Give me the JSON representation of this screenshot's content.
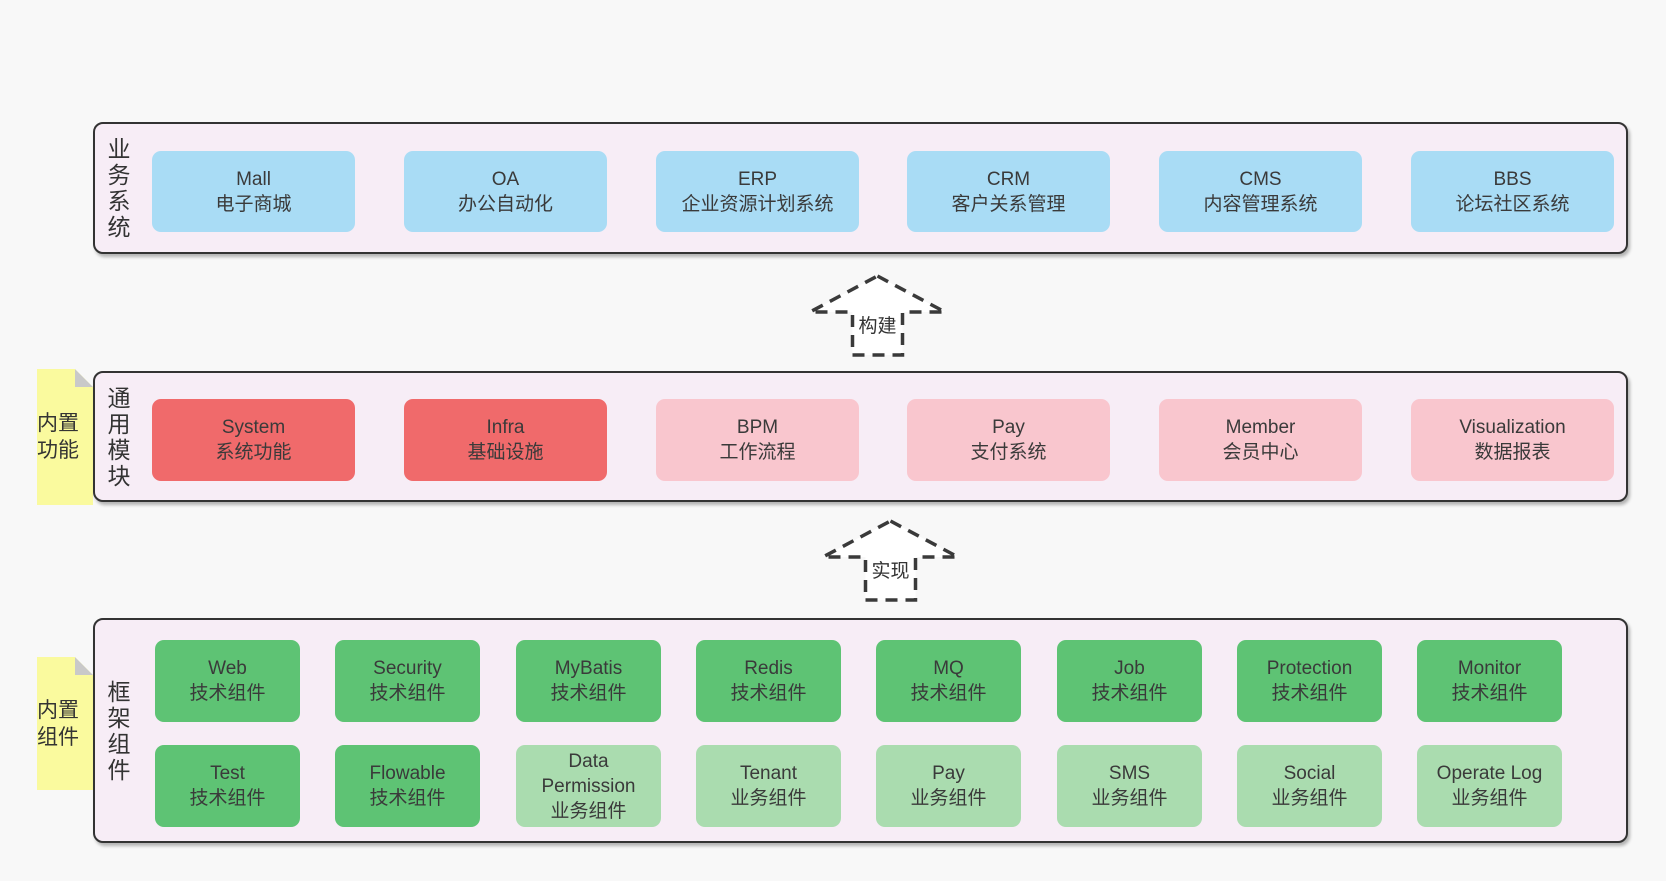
{
  "colors": {
    "background": "#f8f8f8",
    "panel_fill": "#f7edf6",
    "panel_border": "#333333",
    "blue": "#a9dcf5",
    "red": "#f06a6b",
    "pink": "#f9c6ce",
    "green": "#5ec374",
    "lightgreen": "#aadcaf",
    "sticky_yellow": "#fafa9e",
    "sticky_fold_gray": "#c9c9c9",
    "text": "#3a3a3a"
  },
  "arrows": {
    "build": "构建",
    "implement": "实现"
  },
  "layers": {
    "business": {
      "label": "业务系统",
      "boxes": [
        {
          "title": "Mall",
          "subtitle": "电子商城",
          "color": "blue"
        },
        {
          "title": "OA",
          "subtitle": "办公自动化",
          "color": "blue"
        },
        {
          "title": "ERP",
          "subtitle": "企业资源计划系统",
          "color": "blue"
        },
        {
          "title": "CRM",
          "subtitle": "客户关系管理",
          "color": "blue"
        },
        {
          "title": "CMS",
          "subtitle": "内容管理系统",
          "color": "blue"
        },
        {
          "title": "BBS",
          "subtitle": "论坛社区系统",
          "color": "blue"
        }
      ]
    },
    "modules": {
      "label": "通用模块",
      "sticky": "内置功能",
      "boxes": [
        {
          "title": "System",
          "subtitle": "系统功能",
          "color": "red"
        },
        {
          "title": "Infra",
          "subtitle": "基础设施",
          "color": "red"
        },
        {
          "title": "BPM",
          "subtitle": "工作流程",
          "color": "pink"
        },
        {
          "title": "Pay",
          "subtitle": "支付系统",
          "color": "pink"
        },
        {
          "title": "Member",
          "subtitle": "会员中心",
          "color": "pink"
        },
        {
          "title": "Visualization",
          "subtitle": "数据报表",
          "color": "pink"
        }
      ]
    },
    "components": {
      "label": "框架组件",
      "sticky": "内置组件",
      "rows": [
        [
          {
            "title": "Web",
            "subtitle": "技术组件",
            "color": "green"
          },
          {
            "title": "Security",
            "subtitle": "技术组件",
            "color": "green"
          },
          {
            "title": "MyBatis",
            "subtitle": "技术组件",
            "color": "green"
          },
          {
            "title": "Redis",
            "subtitle": "技术组件",
            "color": "green"
          },
          {
            "title": "MQ",
            "subtitle": "技术组件",
            "color": "green"
          },
          {
            "title": "Job",
            "subtitle": "技术组件",
            "color": "green"
          },
          {
            "title": "Protection",
            "subtitle": "技术组件",
            "color": "green"
          },
          {
            "title": "Monitor",
            "subtitle": "技术组件",
            "color": "green"
          }
        ],
        [
          {
            "title": "Test",
            "subtitle": "技术组件",
            "color": "green"
          },
          {
            "title": "Flowable",
            "subtitle": "技术组件",
            "color": "green"
          },
          {
            "title": "Data Permission",
            "subtitle": "业务组件",
            "color": "lightgreen"
          },
          {
            "title": "Tenant",
            "subtitle": "业务组件",
            "color": "lightgreen"
          },
          {
            "title": "Pay",
            "subtitle": "业务组件",
            "color": "lightgreen"
          },
          {
            "title": "SMS",
            "subtitle": "业务组件",
            "color": "lightgreen"
          },
          {
            "title": "Social",
            "subtitle": "业务组件",
            "color": "lightgreen"
          },
          {
            "title": "Operate Log",
            "subtitle": "业务组件",
            "color": "lightgreen"
          }
        ]
      ]
    }
  }
}
